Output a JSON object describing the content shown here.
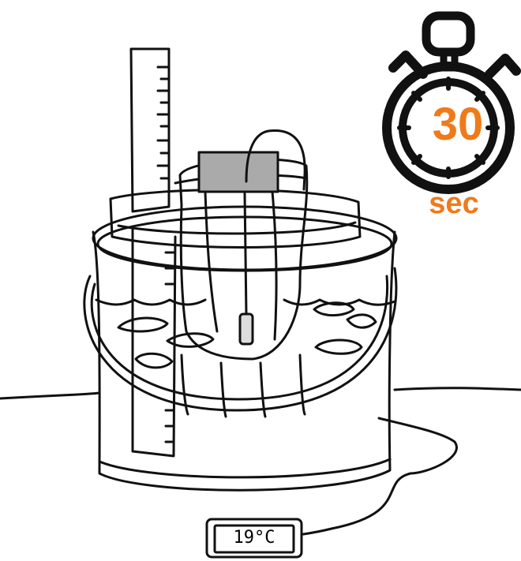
{
  "timer": {
    "value": "30",
    "unit": "sec",
    "accent_color": "#f07a1a"
  },
  "thermometer_display": {
    "reading": "19°C"
  },
  "icons": [
    "stopwatch-icon",
    "bucket-illustration",
    "ruler",
    "thermometer-probe",
    "digital-thermometer"
  ]
}
